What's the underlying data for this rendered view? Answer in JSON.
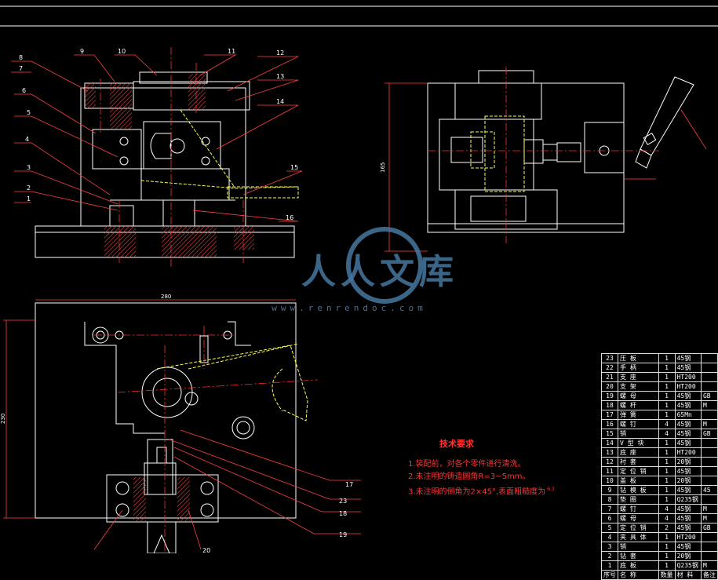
{
  "callouts": {
    "c1": "1",
    "c2": "2",
    "c3": "3",
    "c4": "4",
    "c5": "5",
    "c6": "6",
    "c7": "7",
    "c8": "8",
    "c9": "9",
    "c10": "10",
    "c11": "11",
    "c12": "12",
    "c13": "13",
    "c14": "14",
    "c15": "15",
    "c16": "16",
    "c17": "17",
    "c18": "18",
    "c19": "19",
    "c20": "20",
    "c23": "23"
  },
  "dimensions": {
    "top_width": "280",
    "side_height": "165",
    "left_height": "230"
  },
  "tech_requirements": {
    "title": "技术要求",
    "notes": [
      "1.装配前，对各个零件进行清洗。",
      "2.未注明的铸造圆角R=3~5mm。",
      "3.未注明的倒角为2×45°,表面粗糙度为"
    ],
    "roughness": "6.3"
  },
  "watermark": {
    "text": "人人文库",
    "url": "www.renrendoc.com"
  },
  "bom": {
    "rows": [
      [
        "23",
        "压  板",
        "1",
        "45钢",
        ""
      ],
      [
        "22",
        "手  柄",
        "1",
        "45钢",
        ""
      ],
      [
        "21",
        "支  座",
        "1",
        "HT200",
        ""
      ],
      [
        "20",
        "支  架",
        "1",
        "HT200",
        ""
      ],
      [
        "19",
        "螺  母",
        "1",
        "45钢",
        "GB"
      ],
      [
        "18",
        "螺  杆",
        "1",
        "45钢",
        "M"
      ],
      [
        "17",
        "弹  簧",
        "1",
        "65Mn",
        ""
      ],
      [
        "16",
        "螺  钉",
        "4",
        "45钢",
        "M"
      ],
      [
        "15",
        "销",
        "4",
        "45钢",
        "GB"
      ],
      [
        "14",
        "V 型 块",
        "1",
        "45钢",
        ""
      ],
      [
        "13",
        "底  座",
        "1",
        "HT200",
        ""
      ],
      [
        "12",
        "衬  套",
        "1",
        "20钢",
        ""
      ],
      [
        "11",
        "定 位 销",
        "1",
        "45钢",
        ""
      ],
      [
        "10",
        "盖  板",
        "1",
        "20钢",
        ""
      ],
      [
        "9",
        "钻  模  板",
        "1",
        "45钢",
        "45"
      ],
      [
        "8",
        "垫  圈",
        "1",
        "Q235钢",
        ""
      ],
      [
        "7",
        "螺  钉",
        "4",
        "45钢",
        "M"
      ],
      [
        "6",
        "螺  母",
        "4",
        "45钢",
        "M"
      ],
      [
        "5",
        "定  位  销",
        "2",
        "45钢",
        "GB"
      ],
      [
        "4",
        "夹  具  体",
        "1",
        "HT200",
        ""
      ],
      [
        "3",
        "销",
        "1",
        "45钢",
        ""
      ],
      [
        "2",
        "钻  套",
        "1",
        "20钢",
        ""
      ],
      [
        "1",
        "底  板",
        "1",
        "Q235钢",
        "M"
      ],
      [
        "序号",
        "名  称",
        "数量",
        "材  料",
        "备注"
      ]
    ]
  },
  "colors": {
    "line": "#ffffff",
    "section": "#e04040",
    "center": "#ff3030",
    "hidden": "#ffff44",
    "leader": "#ff4040",
    "dim": "#ff4040",
    "bg": "#000000"
  }
}
